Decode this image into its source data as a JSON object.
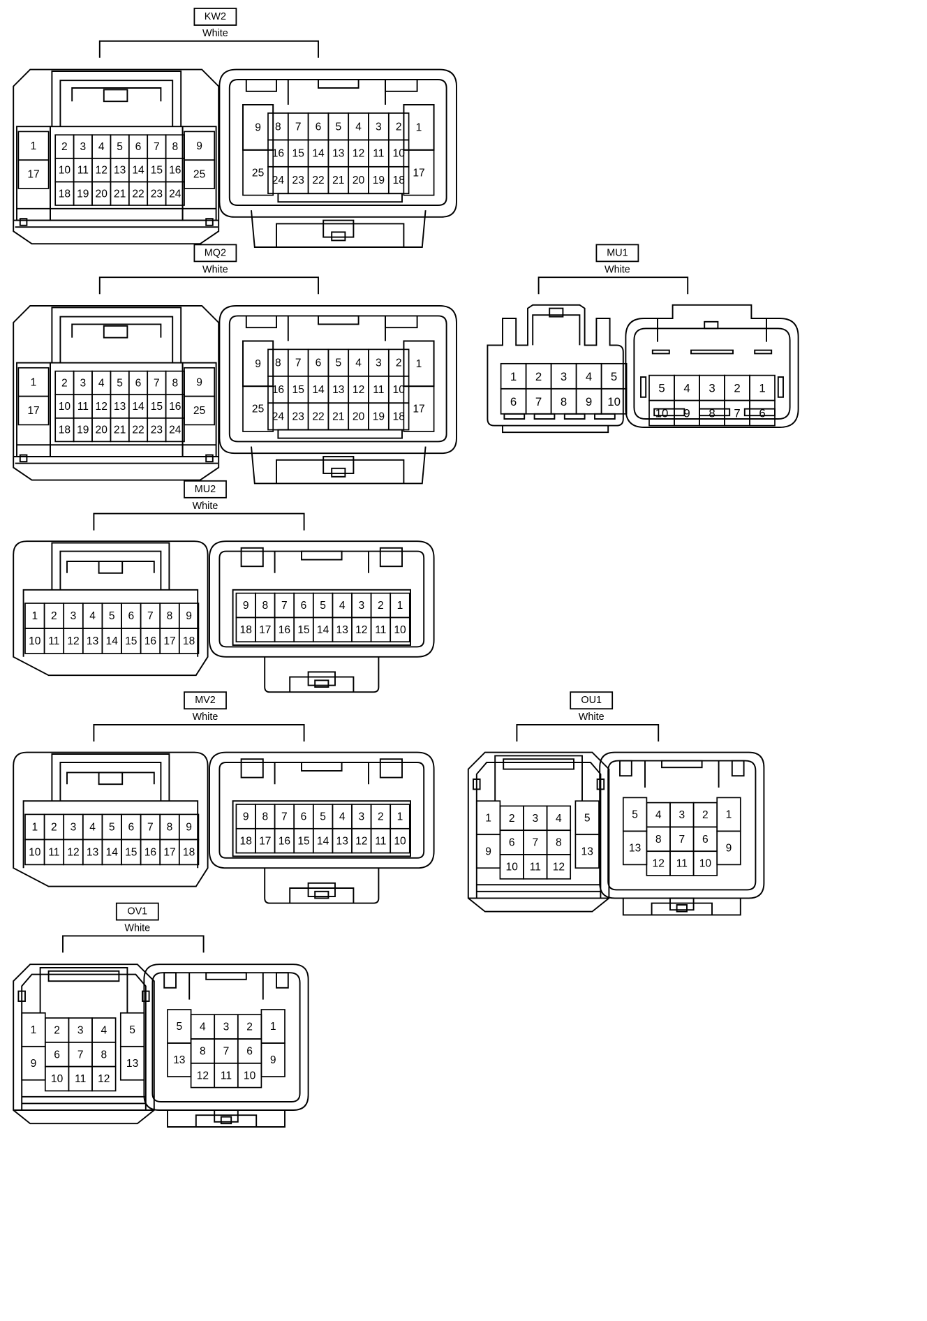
{
  "connectors": [
    {
      "id": "KW2",
      "color": "White",
      "side_a": {
        "side": [
          [
            "1"
          ],
          [
            "17"
          ]
        ],
        "grid": [
          [
            "2",
            "3",
            "4",
            "5",
            "6",
            "7",
            "8"
          ],
          [
            "10",
            "11",
            "12",
            "13",
            "14",
            "15",
            "16"
          ],
          [
            "18",
            "19",
            "20",
            "21",
            "22",
            "23",
            "24"
          ]
        ],
        "side_r": [
          [
            "9"
          ],
          [
            "25"
          ]
        ]
      },
      "side_b": {
        "side": [
          [
            "9"
          ],
          [
            "25"
          ]
        ],
        "grid": [
          [
            "8",
            "7",
            "6",
            "5",
            "4",
            "3",
            "2"
          ],
          [
            "16",
            "15",
            "14",
            "13",
            "12",
            "11",
            "10"
          ],
          [
            "24",
            "23",
            "22",
            "21",
            "20",
            "19",
            "18"
          ]
        ],
        "side_r": [
          [
            "1"
          ],
          [
            "17"
          ]
        ]
      }
    },
    {
      "id": "MQ2",
      "color": "White",
      "side_a": {
        "side": [
          [
            "1"
          ],
          [
            "17"
          ]
        ],
        "grid": [
          [
            "2",
            "3",
            "4",
            "5",
            "6",
            "7",
            "8"
          ],
          [
            "10",
            "11",
            "12",
            "13",
            "14",
            "15",
            "16"
          ],
          [
            "18",
            "19",
            "20",
            "21",
            "22",
            "23",
            "24"
          ]
        ],
        "side_r": [
          [
            "9"
          ],
          [
            "25"
          ]
        ]
      },
      "side_b": {
        "side": [
          [
            "9"
          ],
          [
            "25"
          ]
        ],
        "grid": [
          [
            "8",
            "7",
            "6",
            "5",
            "4",
            "3",
            "2"
          ],
          [
            "16",
            "15",
            "14",
            "13",
            "12",
            "11",
            "10"
          ],
          [
            "24",
            "23",
            "22",
            "21",
            "20",
            "19",
            "18"
          ]
        ],
        "side_r": [
          [
            "1"
          ],
          [
            "17"
          ]
        ]
      }
    },
    {
      "id": "MU1",
      "color": "White",
      "side_a": {
        "grid": [
          [
            "1",
            "2",
            "3",
            "4",
            "5"
          ],
          [
            "6",
            "7",
            "8",
            "9",
            "10"
          ]
        ]
      },
      "side_b": {
        "grid": [
          [
            "5",
            "4",
            "3",
            "2",
            "1"
          ],
          [
            "10",
            "9",
            "8",
            "7",
            "6"
          ]
        ]
      }
    },
    {
      "id": "MU2",
      "color": "White",
      "side_a": {
        "grid": [
          [
            "1",
            "2",
            "3",
            "4",
            "5",
            "6",
            "7",
            "8",
            "9"
          ],
          [
            "10",
            "11",
            "12",
            "13",
            "14",
            "15",
            "16",
            "17",
            "18"
          ]
        ]
      },
      "side_b": {
        "grid": [
          [
            "9",
            "8",
            "7",
            "6",
            "5",
            "4",
            "3",
            "2",
            "1"
          ],
          [
            "18",
            "17",
            "16",
            "15",
            "14",
            "13",
            "12",
            "11",
            "10"
          ]
        ]
      }
    },
    {
      "id": "MV2",
      "color": "White",
      "side_a": {
        "grid": [
          [
            "1",
            "2",
            "3",
            "4",
            "5",
            "6",
            "7",
            "8",
            "9"
          ],
          [
            "10",
            "11",
            "12",
            "13",
            "14",
            "15",
            "16",
            "17",
            "18"
          ]
        ]
      },
      "side_b": {
        "grid": [
          [
            "9",
            "8",
            "7",
            "6",
            "5",
            "4",
            "3",
            "2",
            "1"
          ],
          [
            "18",
            "17",
            "16",
            "15",
            "14",
            "13",
            "12",
            "11",
            "10"
          ]
        ]
      }
    },
    {
      "id": "OU1",
      "color": "White",
      "side_a": {
        "side": [
          [
            "1"
          ],
          [
            "9"
          ]
        ],
        "grid": [
          [
            "2",
            "3",
            "4"
          ],
          [
            "6",
            "7",
            "8"
          ],
          [
            "10",
            "11",
            "12"
          ]
        ],
        "side_r": [
          [
            "5"
          ],
          [
            "13"
          ]
        ]
      },
      "side_b": {
        "side": [
          [
            "5"
          ],
          [
            "13"
          ]
        ],
        "grid": [
          [
            "4",
            "3",
            "2"
          ],
          [
            "8",
            "7",
            "6"
          ],
          [
            "12",
            "11",
            "10"
          ]
        ],
        "side_r": [
          [
            "1"
          ],
          [
            "9"
          ]
        ]
      }
    },
    {
      "id": "OV1",
      "color": "White",
      "side_a": {
        "side": [
          [
            "1"
          ],
          [
            "9"
          ]
        ],
        "grid": [
          [
            "2",
            "3",
            "4"
          ],
          [
            "6",
            "7",
            "8"
          ],
          [
            "10",
            "11",
            "12"
          ]
        ],
        "side_r": [
          [
            "5"
          ],
          [
            "13"
          ]
        ]
      },
      "side_b": {
        "side": [
          [
            "5"
          ],
          [
            "13"
          ]
        ],
        "grid": [
          [
            "4",
            "3",
            "2"
          ],
          [
            "8",
            "7",
            "6"
          ],
          [
            "12",
            "11",
            "10"
          ]
        ],
        "side_r": [
          [
            "1"
          ],
          [
            "9"
          ]
        ]
      }
    }
  ]
}
